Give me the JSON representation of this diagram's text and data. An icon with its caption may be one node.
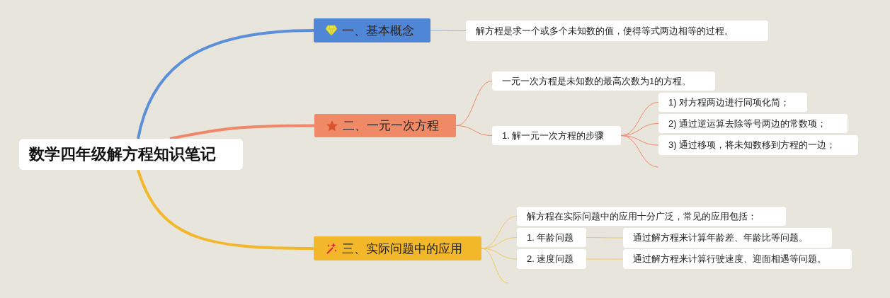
{
  "diagram": {
    "nodes": [
      {
        "text": [
          "数学四年级解方程知识笔记"
        ]
      },
      {
        "text": [
          "一、基本概念"
        ]
      },
      {
        "text": [
          "解方程是求一个或多个未知数的值，使得等式两边相等的过程。"
        ]
      },
      {
        "text": [
          "二、一元一次方程"
        ]
      },
      {
        "text": [
          "一元一次方程是未知数的最高次数为1的方程。"
        ]
      },
      {
        "text": [
          "1. 解一元一次方程的步骤"
        ]
      },
      {
        "text": [
          "1) 对方程两边进行同项化简；"
        ]
      },
      {
        "text": [
          "2) 通过逆运算去除等号两边的常数项；"
        ]
      },
      {
        "text": [
          "3) 通过移项，将未知数移到方程的一边；"
        ]
      },
      {
        "text": [
          "三、实际问题中的应用"
        ]
      },
      {
        "text": [
          "解方程在实际问题中的应用十分广泛，常见的应用包括："
        ]
      },
      {
        "text": [
          "1. 年龄问题"
        ]
      },
      {
        "text": [
          "通过解方程来计算年龄差、年龄比等问题。"
        ]
      },
      {
        "text": [
          "2. 速度问题"
        ]
      },
      {
        "text": [
          "通过解方程来计算行驶速度、迎面相遇等问题。"
        ]
      }
    ],
    "edges": [
      {
        "from": 0,
        "to": 1,
        "arrow": "none",
        "style": "thick",
        "color": "#5b8fd9"
      },
      {
        "from": 0,
        "to": 3,
        "arrow": "none",
        "style": "thick",
        "color": "#f0876a"
      },
      {
        "from": 0,
        "to": 9,
        "arrow": "none",
        "style": "thick",
        "color": "#f2b829"
      },
      {
        "from": 1,
        "to": 2,
        "arrow": "none",
        "color": "#8fb0e0"
      },
      {
        "from": 3,
        "to": 4,
        "arrow": "none",
        "color": "#f0876a"
      },
      {
        "from": 3,
        "to": 5,
        "arrow": "none",
        "color": "#f0876a"
      },
      {
        "from": 5,
        "to": 6,
        "arrow": "none",
        "color": "#f0876a"
      },
      {
        "from": 5,
        "to": 7,
        "arrow": "none",
        "color": "#f0876a"
      },
      {
        "from": 5,
        "to": 8,
        "arrow": "none",
        "color": "#f0876a"
      },
      {
        "from": 5,
        "to": null,
        "arrow": "none",
        "color": "#f0876a"
      },
      {
        "from": 9,
        "to": 10,
        "arrow": "none",
        "color": "#f2c85a"
      },
      {
        "from": 9,
        "to": 11,
        "arrow": "none",
        "color": "#f2c85a"
      },
      {
        "from": 9,
        "to": 13,
        "arrow": "none",
        "color": "#f2c85a"
      },
      {
        "from": 9,
        "to": null,
        "arrow": "none",
        "color": "#f2c85a"
      },
      {
        "from": 11,
        "to": 12,
        "arrow": "none",
        "color": "#f2c85a"
      },
      {
        "from": 13,
        "to": 14,
        "arrow": "none",
        "color": "#f2c85a"
      }
    ]
  }
}
